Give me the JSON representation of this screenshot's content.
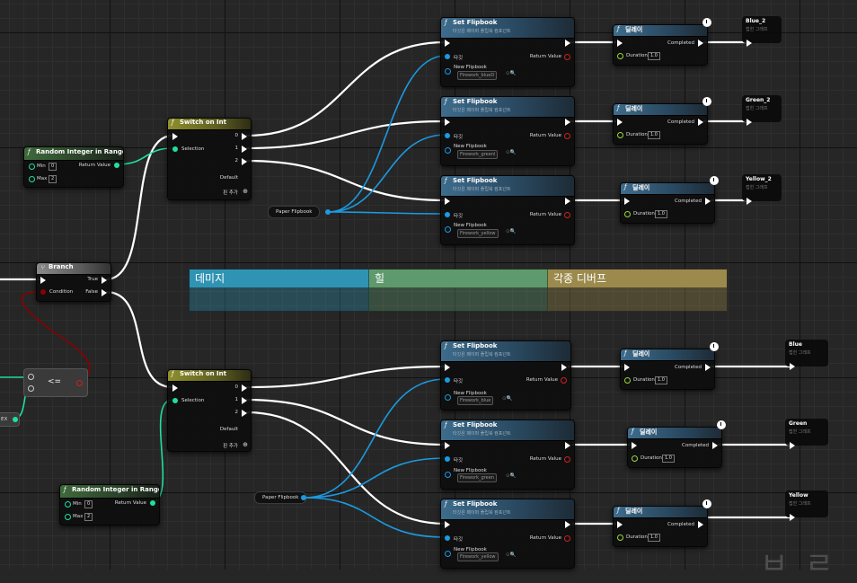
{
  "comments": [
    {
      "label": "데미지",
      "color": "#2f93b3"
    },
    {
      "label": "힐",
      "color": "#5e9a6c"
    },
    {
      "label": "각종 디버프",
      "color": "#9b8a4c"
    }
  ],
  "branch": {
    "title": "Branch",
    "condition": "Condition",
    "true_label": "True",
    "false_label": "False"
  },
  "random_nodes": [
    {
      "title": "Random Integer in Range",
      "min_label": "Min",
      "min_value": "0",
      "max_label": "Max",
      "max_value": "2",
      "return_label": "Return Value"
    },
    {
      "title": "Random Integer in Range",
      "min_label": "Min",
      "min_value": "0",
      "max_label": "Max",
      "max_value": "2",
      "return_label": "Return Value"
    }
  ],
  "switch_nodes": [
    {
      "title": "Switch on Int",
      "selection": "Selection",
      "outputs": [
        "0",
        "1",
        "2"
      ],
      "default_label": "Default",
      "add_pin": "핀 추가"
    },
    {
      "title": "Switch on Int",
      "selection": "Selection",
      "outputs": [
        "0",
        "1",
        "2"
      ],
      "default_label": "Default",
      "add_pin": "핀 추가"
    }
  ],
  "compare_node": {
    "operator": "<="
  },
  "clipped_label": "EX",
  "reroutes": [
    {
      "label": "Paper Flipbook"
    },
    {
      "label": "Paper Flipbook"
    }
  ],
  "set_flipbook_nodes": [
    {
      "title": "Set Flipbook",
      "subtitle": "타깃은 페이퍼 플립북 컴포넌트",
      "target": "타깃",
      "return_label": "Return Value",
      "new_label": "New Flipbook",
      "asset": "Firework_blueD"
    },
    {
      "title": "Set Flipbook",
      "subtitle": "타깃은 페이퍼 플립북 컴포넌트",
      "target": "타깃",
      "return_label": "Return Value",
      "new_label": "New Flipbook",
      "asset": "Firework_greenl"
    },
    {
      "title": "Set Flipbook",
      "subtitle": "타깃은 페이퍼 플립북 컴포넌트",
      "target": "타깃",
      "return_label": "Return Value",
      "new_label": "New Flipbook",
      "asset": "Firework_yellow"
    },
    {
      "title": "Set Flipbook",
      "subtitle": "타깃은 페이퍼 플립북 컴포넌트",
      "target": "타깃",
      "return_label": "Return Value",
      "new_label": "New Flipbook",
      "asset": "Firework_blue"
    },
    {
      "title": "Set Flipbook",
      "subtitle": "타깃은 페이퍼 플립북 컴포넌트",
      "target": "타깃",
      "return_label": "Return Value",
      "new_label": "New Flipbook",
      "asset": "Firework_green"
    },
    {
      "title": "Set Flipbook",
      "subtitle": "타깃은 페이퍼 플립북 컴포넌트",
      "target": "타깃",
      "return_label": "Return Value",
      "new_label": "New Flipbook",
      "asset": "Firework_yellow"
    }
  ],
  "delay_nodes": [
    {
      "title": "딜레이",
      "completed": "Completed",
      "duration_label": "Duration",
      "duration": "1.0"
    },
    {
      "title": "딜레이",
      "completed": "Completed",
      "duration_label": "Duration",
      "duration": "1.0"
    },
    {
      "title": "딜레이",
      "completed": "Completed",
      "duration_label": "Duration",
      "duration": "1.0"
    },
    {
      "title": "딜레이",
      "completed": "Completed",
      "duration_label": "Duration",
      "duration": "1.0"
    },
    {
      "title": "딜레이",
      "completed": "Completed",
      "duration_label": "Duration",
      "duration": "1.0"
    },
    {
      "title": "딜레이",
      "completed": "Completed",
      "duration_label": "Duration",
      "duration": "1.0"
    }
  ],
  "events": [
    {
      "title": "Blue_2",
      "sub": "접힌 그래프"
    },
    {
      "title": "Green_2",
      "sub": "접힌 그래프"
    },
    {
      "title": "Yellow_2",
      "sub": "접힌 그래프"
    },
    {
      "title": "Blue",
      "sub": "접힌 그래프"
    },
    {
      "title": "Green",
      "sub": "접힌 그래프"
    },
    {
      "title": "Yellow",
      "sub": "접힌 그래프"
    }
  ],
  "watermark": "ㅂ ㄹ",
  "colors": {
    "exec_wire": "#ffffff",
    "object_wire": "#1b9ae0",
    "int_wire": "#1fe0a0",
    "bool_wire": "#8b0000"
  }
}
